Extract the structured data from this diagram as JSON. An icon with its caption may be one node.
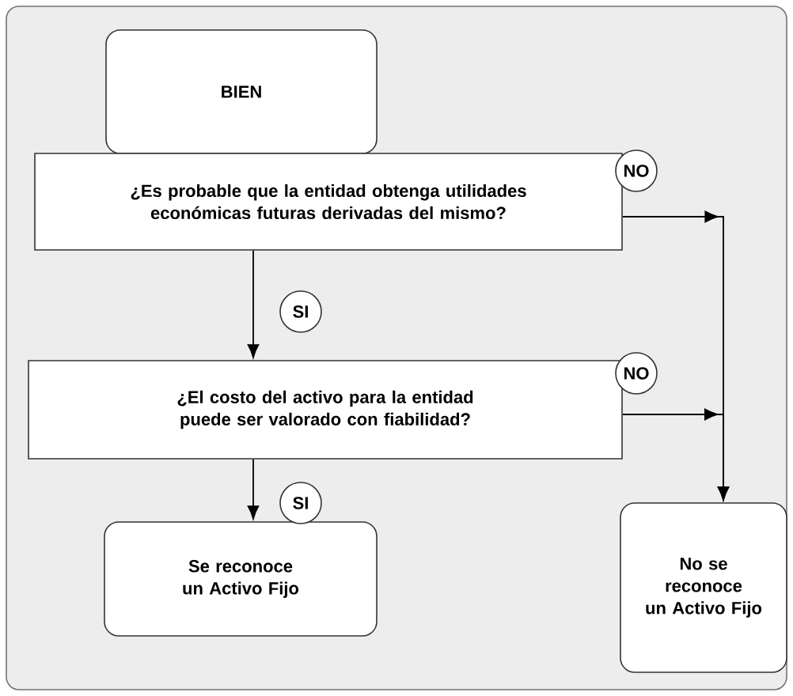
{
  "diagram": {
    "nodes": [
      {
        "text": [
          "BIEN"
        ]
      },
      {
        "text": [
          "¿Es probable que la entidad obtenga utilidades económicas futuras derivadas del mismo?"
        ]
      },
      {
        "text": [
          "¿El costo del activo para la entidad puede ser valorado con fiabilidad?"
        ]
      },
      {
        "text": [
          "Se reconoce un Activo Fijo"
        ]
      },
      {
        "text": [
          "No se reconoce un Activo Fijo"
        ]
      }
    ],
    "edges": [
      {
        "from": 1,
        "to": 2,
        "arrow": "to",
        "label": "SI"
      },
      {
        "from": 2,
        "to": 3,
        "arrow": "to",
        "label": "SI"
      },
      {
        "from": 1,
        "to": 4,
        "arrow": "to",
        "label": "NO"
      },
      {
        "from": 2,
        "to": 4,
        "arrow": "to",
        "label": "NO"
      }
    ]
  }
}
